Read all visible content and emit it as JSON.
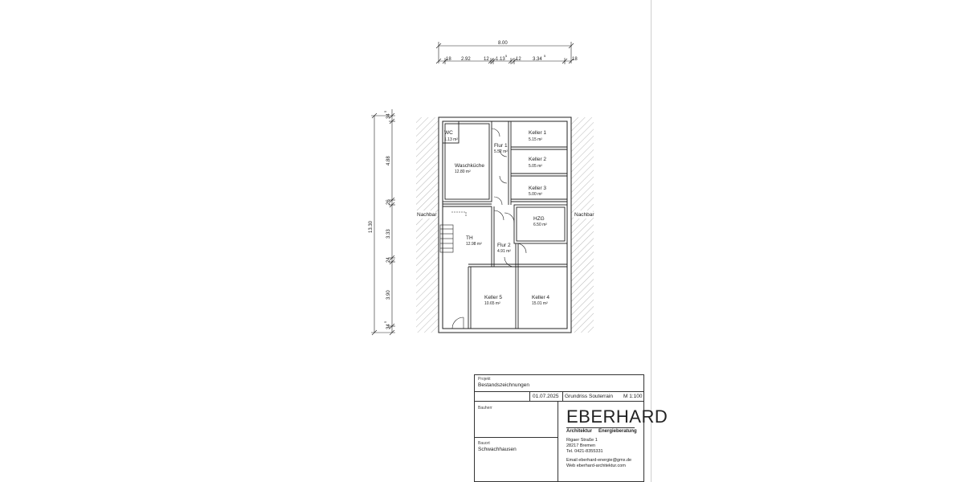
{
  "dimensions": {
    "total_width": "8.00",
    "segments": [
      "18",
      "2.92",
      "12",
      "1.13",
      "5",
      "12",
      "3.34",
      "5",
      "18"
    ],
    "total_height": "13.30",
    "vertical_segments": [
      "34",
      "5",
      "4.88",
      "26",
      "3.33",
      "24",
      "3.90",
      "34",
      "5"
    ]
  },
  "neighbors": {
    "left": "Nachbar",
    "right": "Nachbar"
  },
  "rooms": [
    {
      "name": "WC",
      "area": "1.13 m²"
    },
    {
      "name": "Waschküche",
      "area": "12.80 m²"
    },
    {
      "name": "Flur 1",
      "area": "5.52 m²"
    },
    {
      "name": "Keller 1",
      "area": "5.15 m²"
    },
    {
      "name": "Keller 2",
      "area": "5.05 m²"
    },
    {
      "name": "Keller 3",
      "area": "5.00 m²"
    },
    {
      "name": "HZG",
      "area": "6.50 m²"
    },
    {
      "name": "TH",
      "area": "12.98 m²"
    },
    {
      "name": "Flur 2",
      "area": "4.91 m²"
    },
    {
      "name": "Keller 5",
      "area": "10.65 m²"
    },
    {
      "name": "Keller 4",
      "area": "15.01 m²"
    }
  ],
  "title_block": {
    "project_label": "Projekt",
    "project_value": "Bestandszeichnungen",
    "date": "01.07.2025",
    "drawing": "Grundriss Souterrain",
    "scale": "M 1:100",
    "client_label": "Bauherr",
    "site_label": "Bauort",
    "site_value": "Schwachhausen",
    "company": "EBERHARD",
    "company_sub_1": "Architektur",
    "company_sub_2": "Energieberatung",
    "address_1": "Rigaer Straße 1",
    "address_2": "28217 Bremen",
    "phone": "Tel. 0421-8355331",
    "email": "Email eberhard-energie@gmx.de",
    "web": "Web eberhard-architektur.com"
  }
}
